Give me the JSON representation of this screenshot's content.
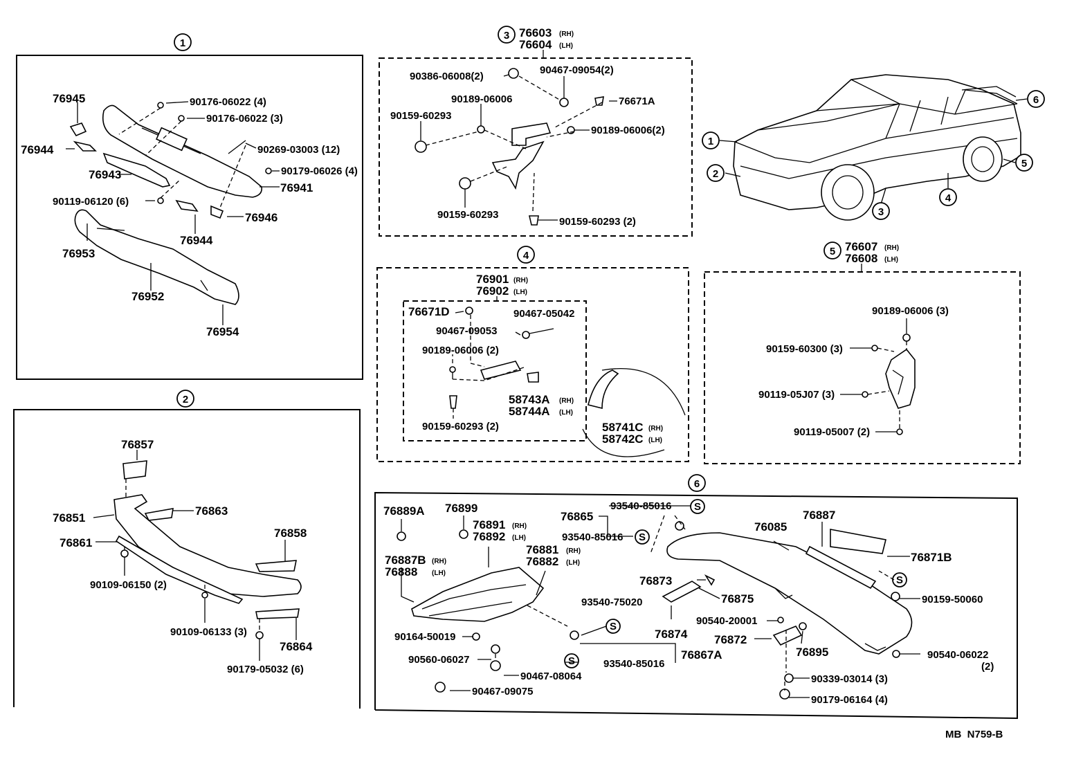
{
  "footer_code": "MB  N759-B",
  "sections": {
    "s1": {
      "num": "1",
      "labels": [
        "76945",
        "76944",
        "76943",
        "76941",
        "76946",
        "76944",
        "76953",
        "76952",
        "76954",
        "90176-06022 (4)",
        "90176-06022 (3)",
        "90269-03003 (12)",
        "90179-06026 (4)",
        "90119-06120 (6)"
      ]
    },
    "s2": {
      "num": "2",
      "labels": [
        "76857",
        "76863",
        "76851",
        "76861",
        "76858",
        "90109-06150 (2)",
        "90109-06133 (3)",
        "76864",
        "90179-05032 (6)"
      ]
    },
    "s3": {
      "num": "3",
      "title_rh": "76603",
      "title_lh": "76604",
      "labels": [
        "90386-06008(2)",
        "90467-09054(2)",
        "90189-06006",
        "76671A",
        "90159-60293",
        "90189-06006(2)",
        "90159-60293",
        "90159-60293 (2)"
      ]
    },
    "s4": {
      "num": "4",
      "title_rh": "76901",
      "title_lh": "76902",
      "labels": [
        "76671D",
        "90467-05042",
        "90467-09053",
        "90189-06006 (2)",
        "58743A",
        "58744A",
        "90159-60293 (2)",
        "58741C",
        "58742C"
      ]
    },
    "s5": {
      "num": "5",
      "title_rh": "76607",
      "title_lh": "76608",
      "labels": [
        "90189-06006 (3)",
        "90159-60300 (3)",
        "90119-05J07 (3)",
        "90119-05007 (2)"
      ]
    },
    "s6": {
      "num": "6",
      "labels": [
        "76889A",
        "76899",
        "76891",
        "76892",
        "76887B",
        "76888",
        "76865",
        "93540-85016",
        "93540-85016",
        "76881",
        "76882",
        "76085",
        "76887",
        "76871B",
        "76873",
        "76875",
        "93540-75020",
        "90540-20001",
        "76874",
        "76872",
        "76895",
        "90164-50019",
        "90560-06027",
        "90467-08064",
        "90467-09075",
        "93540-85016",
        "76867A",
        "90159-50060",
        "90540-06022",
        "(2)",
        "90339-03014 (3)",
        "90179-06164 (4)"
      ]
    },
    "car": {
      "callouts": [
        "1",
        "2",
        "3",
        "4",
        "5",
        "6"
      ]
    }
  },
  "suffix": {
    "rh": "(RH)",
    "lh": "(LH)"
  },
  "service_mark": "S"
}
